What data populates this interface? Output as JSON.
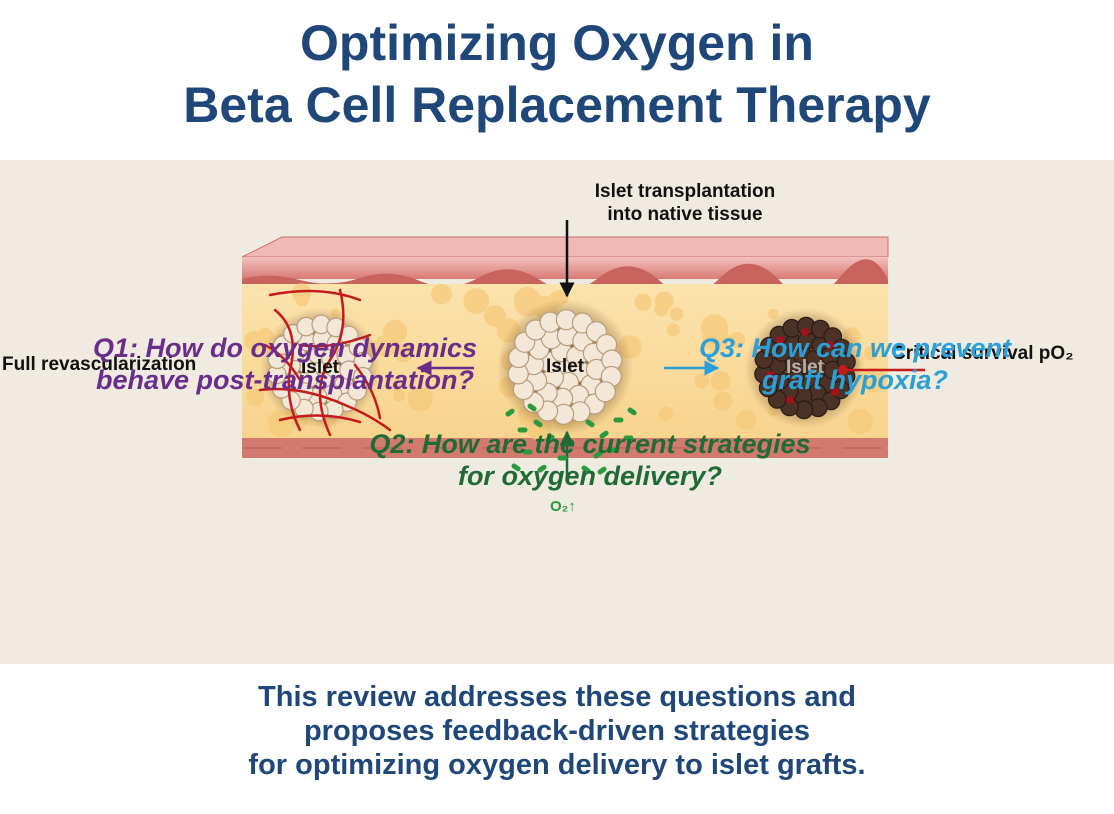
{
  "title": {
    "line1": "Optimizing Oxygen in",
    "line2": "Beta Cell Replacement Therapy"
  },
  "diagram": {
    "top_label": {
      "line1": "Islet transplantation",
      "line2": "into native tissue"
    },
    "left_label": "Full revascularization",
    "right_label": "Critical survival pO₂",
    "islet_labels": [
      "Islet",
      "Islet",
      "Islet"
    ],
    "oxygen_label": "O₂↑"
  },
  "questions": {
    "q1": {
      "line1": "Q1: How do oxygen dynamics",
      "line2": "behave post-transplantation?"
    },
    "q2": {
      "line1": "Q2: How are the current strategies",
      "line2": "for oxygen delivery?"
    },
    "q3": {
      "line1": "Q3: How can we prevent",
      "line2": "graft hypoxia?"
    }
  },
  "summary": {
    "line1": "This review addresses these questions and",
    "line2": "proposes feedback-driven strategies",
    "line3": "for optimizing oxygen delivery to islet grafts."
  },
  "colors": {
    "title": "#1f477a",
    "q1": "#6a2d8c",
    "q2": "#1f6b36",
    "q3": "#2a9fd8",
    "vessel": "#c41a1a",
    "panel": "#efebe0"
  }
}
